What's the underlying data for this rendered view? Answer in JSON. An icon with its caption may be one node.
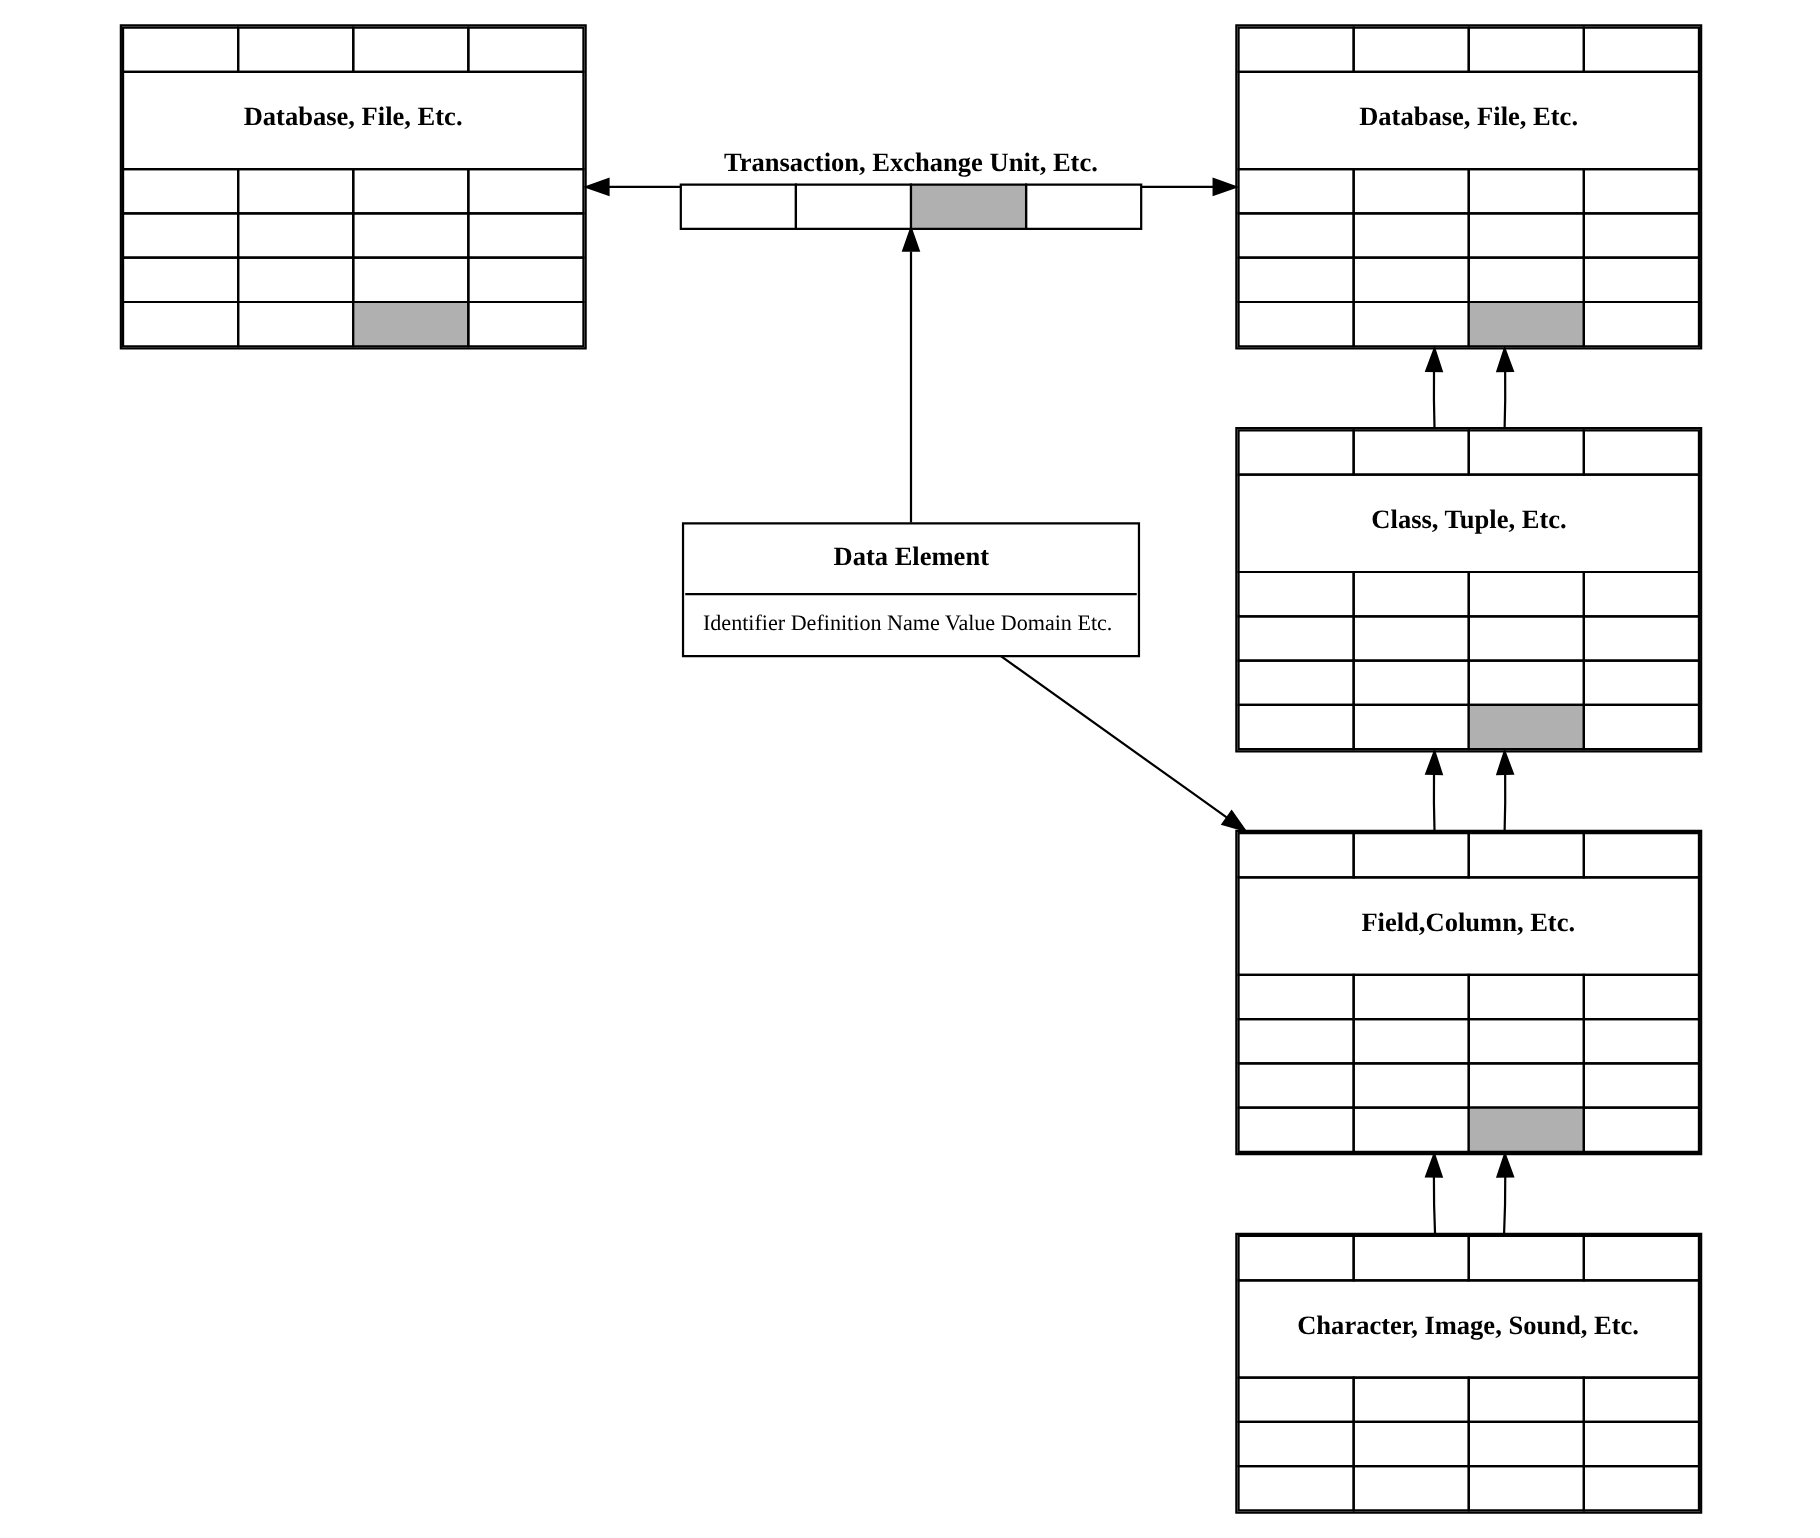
{
  "diagram": {
    "nodes": [
      {
        "text": [
          "Database, File, Etc."
        ]
      },
      {
        "text": [
          "Transaction, Exchange Unit, Etc."
        ]
      },
      {
        "text": [
          "Database, File, Etc."
        ]
      },
      {
        "text": [
          "Class, Tuple, Etc."
        ]
      },
      {
        "text": [
          "Data Element",
          "Identifier Definition Name Value Domain Etc."
        ]
      },
      {
        "text": [
          "Field,Column, Etc."
        ]
      },
      {
        "text": [
          "Character, Image, Sound, Etc."
        ]
      }
    ],
    "edges": [
      {
        "from": 1,
        "to": 0,
        "arrow": "to"
      },
      {
        "from": 1,
        "to": 2,
        "arrow": "to"
      },
      {
        "from": 3,
        "to": 0,
        "arrow": "to"
      },
      {
        "from": 3,
        "to": 0,
        "arrow": "to"
      },
      {
        "from": 4,
        "to": 1,
        "arrow": "to"
      },
      {
        "from": 5,
        "to": 3,
        "arrow": "to"
      },
      {
        "from": 5,
        "to": 3,
        "arrow": "to"
      },
      {
        "from": 4,
        "to": 5,
        "arrow": "to"
      },
      {
        "from": 6,
        "to": 5,
        "arrow": "to"
      },
      {
        "from": 6,
        "to": 5,
        "arrow": "to"
      }
    ]
  }
}
